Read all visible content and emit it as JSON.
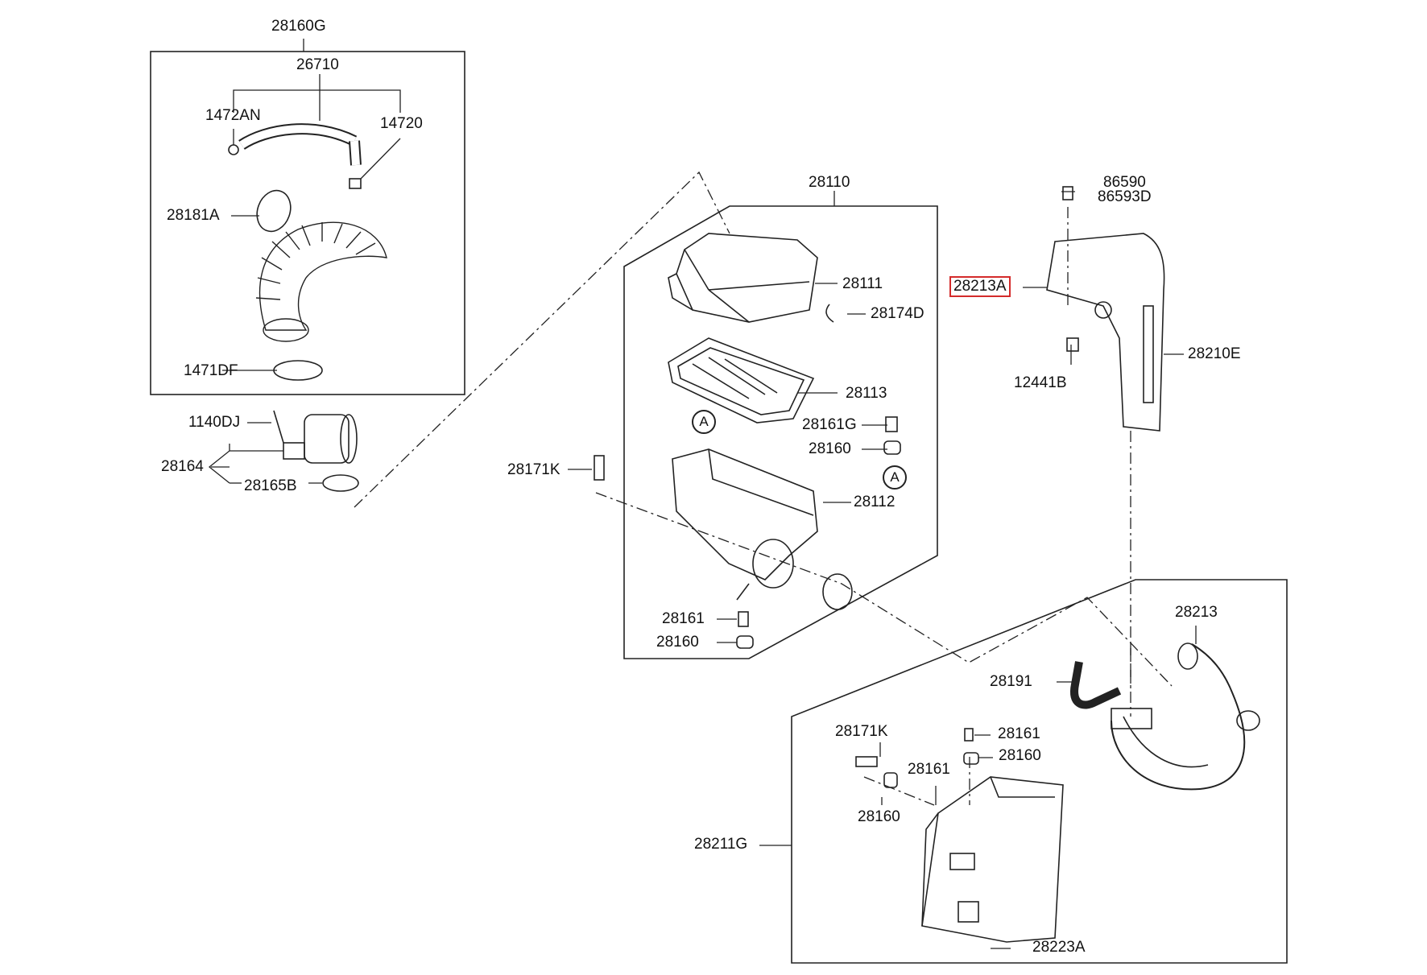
{
  "labels": {
    "l28160G": "28160G",
    "l26710": "26710",
    "l1472AN": "1472AN",
    "l14720": "14720",
    "l28181A": "28181A",
    "l1471DF": "1471DF",
    "l1140DJ": "1140DJ",
    "l28164": "28164",
    "l28165B": "28165B",
    "l28110": "28110",
    "l28111": "28111",
    "l28174D": "28174D",
    "l28113": "28113",
    "l28161G": "28161G",
    "l28160a": "28160",
    "l28171Ka": "28171K",
    "l28112": "28112",
    "l28161a": "28161",
    "l28160b": "28160",
    "l86590": "86590",
    "l86593D": "86593D",
    "l28213A": "28213A",
    "l28210E": "28210E",
    "l12441B": "12441B",
    "l28213": "28213",
    "l28191": "28191",
    "l28171Kb": "28171K",
    "l28161b": "28161",
    "l28160c": "28160",
    "l28161c": "28161",
    "l28160d": "28160",
    "l28211G": "28211G",
    "l28223A": "28223A"
  },
  "markers": {
    "a1": "A",
    "a2": "A"
  },
  "highlight_color": "#d42b2b"
}
